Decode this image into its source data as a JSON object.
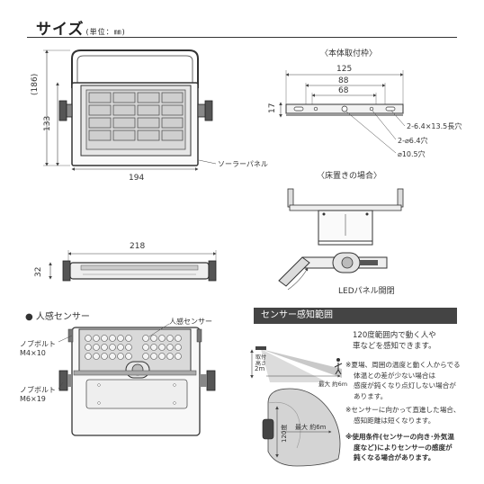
{
  "header": {
    "title": "サイズ",
    "unit": "(単位：㎜)"
  },
  "front_view": {
    "dim_total_height": "(186)",
    "dim_height": "133",
    "dim_width": "194",
    "solar_label": "ソーラーパネル"
  },
  "bracket_view": {
    "heading": "〈本体取付枠〉",
    "dim_125": "125",
    "dim_88": "88",
    "dim_68": "68",
    "dim_17": "17",
    "hole_1": "2-6.4×13.5長穴",
    "hole_2": "2-⌀6.4穴",
    "hole_3": "⌀10.5穴"
  },
  "floor_view": {
    "heading": "〈床置きの場合〉",
    "led_label": "LEDパネル開閉"
  },
  "side_view": {
    "dim_width": "218",
    "dim_height": "32"
  },
  "sensor_view": {
    "heading": "● 人感センサー",
    "sensor_label": "人感センサー",
    "bolt_1_name": "ノブボルト",
    "bolt_1_size": "M4×10",
    "bolt_2_name": "ノブボルト",
    "bolt_2_size": "M6×19"
  },
  "range_section": {
    "banner": "センサー感知範囲",
    "desc_1": "120度範囲内で動く人や",
    "desc_2": "車などを感知できます。",
    "note_1": [
      "※夏場、周囲の温度と動く人からでる",
      "体温との差が少ない場合は",
      "感度が鈍くなり点灯しない場合が",
      "あります。"
    ],
    "note_2": [
      "※センサーに向かって直進した場合、",
      "感知距離は短くなります。"
    ],
    "note_3": [
      "※使用条件(センサーの向き･外気温",
      "度など)によりセンサーの感度が",
      "鈍くなる場合があります。"
    ],
    "mount_label_1": "取付",
    "mount_label_2": "高さ",
    "mount_height": "2m",
    "max_label": "最大 約6m",
    "angle_label": "120度",
    "max_label_2": "最大 約6m"
  }
}
